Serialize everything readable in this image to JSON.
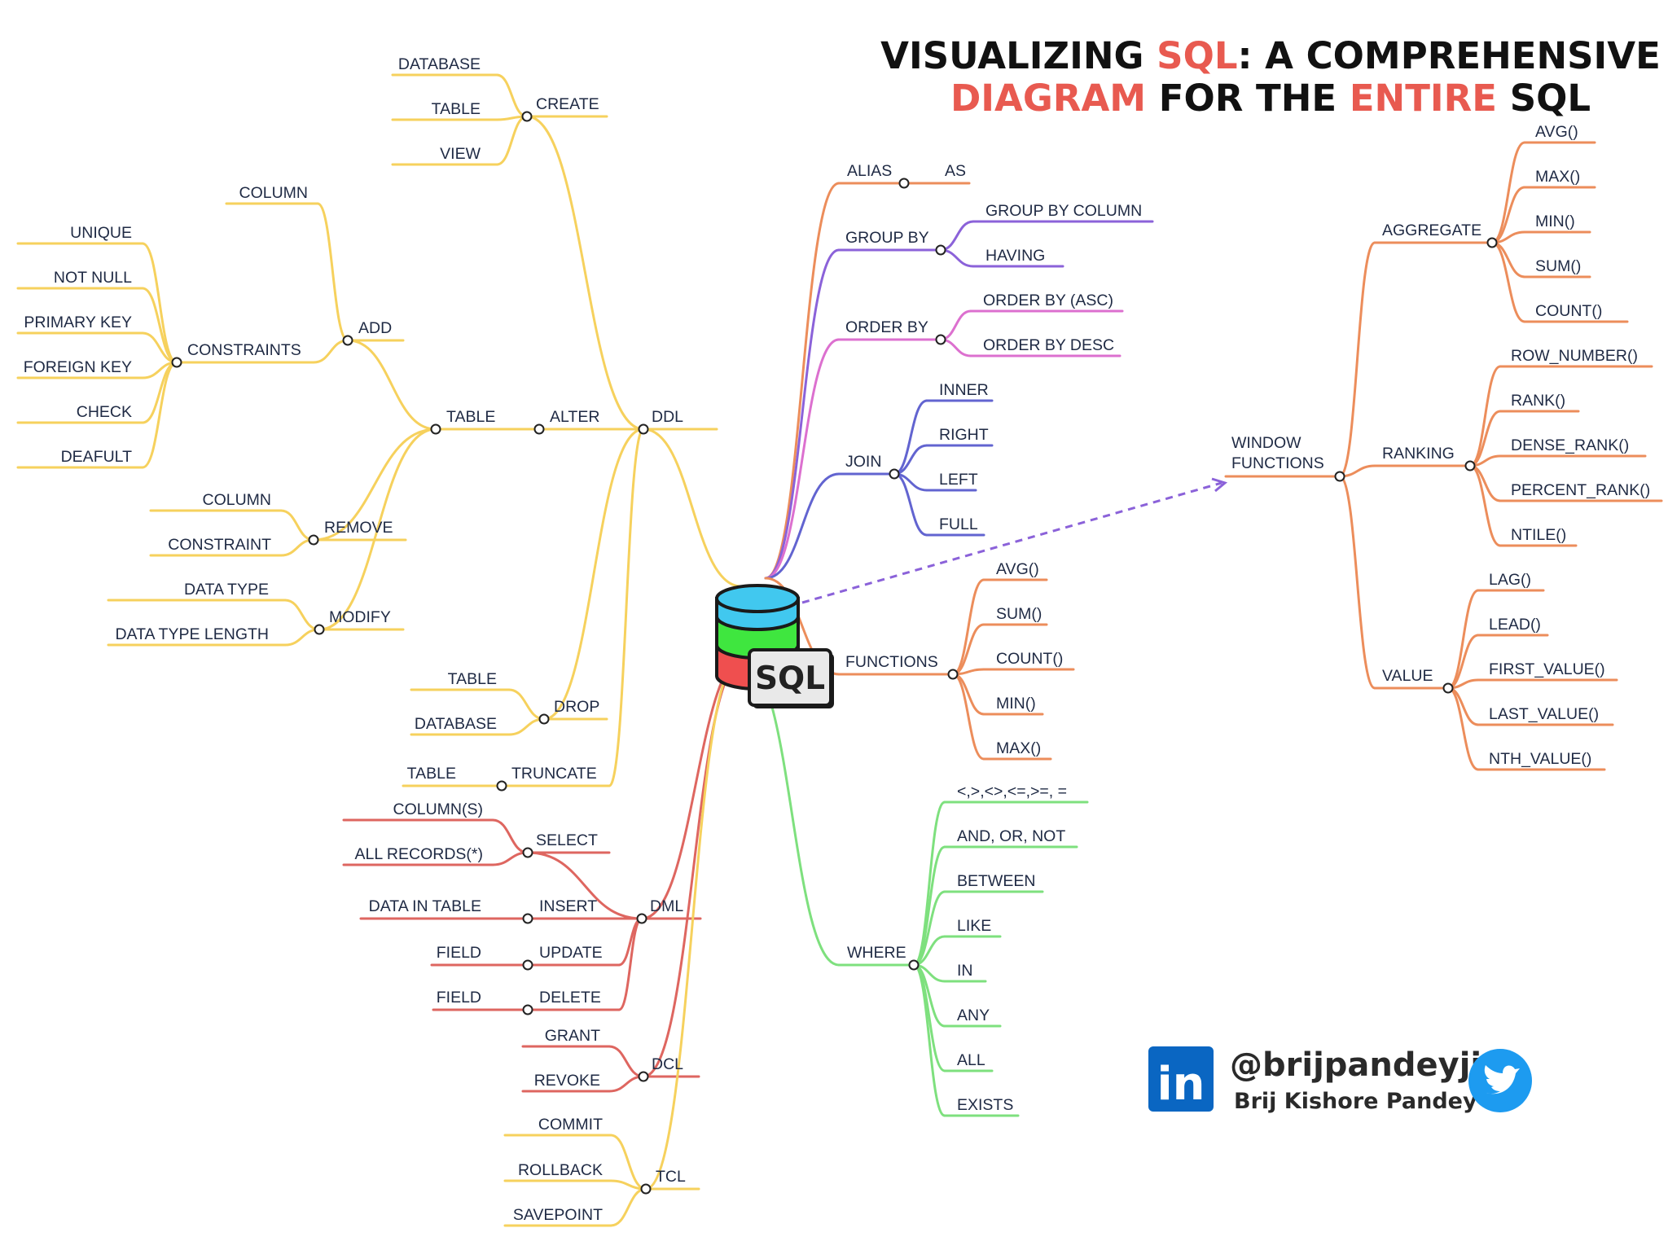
{
  "title": {
    "line1": [
      {
        "text": "VISUALIZING ",
        "accent": false
      },
      {
        "text": "SQL",
        "accent": true
      },
      {
        "text": ": A COMPREHENSIVE",
        "accent": false
      }
    ],
    "line2": [
      {
        "text": "DIAGRAM",
        "accent": true
      },
      {
        "text": " FOR THE ",
        "accent": false
      },
      {
        "text": "ENTIRE",
        "accent": true
      },
      {
        "text": " SQL",
        "accent": false
      }
    ]
  },
  "center": {
    "label": "SQL"
  },
  "colors": {
    "ddl": "#f6d15d",
    "dml": "#de6660",
    "dcl": "#de6660",
    "tcl": "#f6d15d",
    "alias": "#ec8d5b",
    "group_by": "#8b62d9",
    "order_by": "#dc70cf",
    "join": "#6264d0",
    "functions": "#ec8d5b",
    "where": "#7ee07e",
    "window_functions": "#ec8d5b",
    "accent": "#e85a50",
    "db_top": "#41c8ef",
    "db_mid": "#3fe63f",
    "db_bottom": "#ef4f4f",
    "linkedin": "#0a66c2",
    "twitter": "#1d9bf0"
  },
  "branches": {
    "ddl": {
      "label": "DDL",
      "create": {
        "label": "CREATE",
        "items": [
          "DATABASE",
          "TABLE",
          "VIEW"
        ]
      },
      "alter": {
        "label": "ALTER",
        "table": {
          "label": "TABLE",
          "add": {
            "label": "ADD",
            "column": "COLUMN",
            "constraints": {
              "label": "CONSTRAINTS",
              "items": [
                "UNIQUE",
                "NOT NULL",
                "PRIMARY KEY",
                "FOREIGN KEY",
                "CHECK",
                "DEAFULT"
              ]
            }
          },
          "remove": {
            "label": "REMOVE",
            "items": [
              "COLUMN",
              "CONSTRAINT"
            ]
          },
          "modify": {
            "label": "MODIFY",
            "items": [
              "DATA TYPE",
              "DATA TYPE LENGTH"
            ]
          }
        }
      },
      "drop": {
        "label": "DROP",
        "items": [
          "TABLE",
          "DATABASE"
        ]
      },
      "truncate": {
        "label": "TRUNCATE",
        "items": [
          "TABLE"
        ]
      }
    },
    "dml": {
      "label": "DML",
      "select": {
        "label": "SELECT",
        "items": [
          "COLUMN(S)",
          "ALL RECORDS(*)"
        ]
      },
      "insert": {
        "label": "INSERT",
        "items": [
          "DATA IN TABLE"
        ]
      },
      "update": {
        "label": "UPDATE",
        "items": [
          "FIELD"
        ]
      },
      "delete": {
        "label": "DELETE",
        "items": [
          "FIELD"
        ]
      }
    },
    "dcl": {
      "label": "DCL",
      "items": [
        "GRANT",
        "REVOKE"
      ]
    },
    "tcl": {
      "label": "TCL",
      "items": [
        "COMMIT",
        "ROLLBACK",
        "SAVEPOINT"
      ]
    },
    "alias": {
      "label": "ALIAS",
      "items": [
        "AS"
      ]
    },
    "group_by": {
      "label": "GROUP BY",
      "items": [
        "GROUP BY COLUMN",
        "HAVING"
      ]
    },
    "order_by": {
      "label": "ORDER BY",
      "items": [
        "ORDER BY (ASC)",
        "ORDER BY DESC"
      ]
    },
    "join": {
      "label": "JOIN",
      "items": [
        "INNER",
        "RIGHT",
        "LEFT",
        "FULL"
      ]
    },
    "functions": {
      "label": "FUNCTIONS",
      "items": [
        "AVG()",
        "SUM()",
        "COUNT()",
        "MIN()",
        "MAX()"
      ]
    },
    "where": {
      "label": "WHERE",
      "items": [
        "<,>,<>,<=,>=, =",
        "AND, OR, NOT",
        "BETWEEN",
        "LIKE",
        "IN",
        "ANY",
        "ALL",
        "EXISTS"
      ]
    },
    "window_functions": {
      "label_lines": [
        "WINDOW",
        "FUNCTIONS"
      ],
      "aggregate": {
        "label": "AGGREGATE",
        "items": [
          "AVG()",
          "MAX()",
          "MIN()",
          "SUM()",
          "COUNT()"
        ]
      },
      "ranking": {
        "label": "RANKING",
        "items": [
          "ROW_NUMBER()",
          "RANK()",
          "DENSE_RANK()",
          "PERCENT_RANK()",
          "NTILE()"
        ]
      },
      "value": {
        "label": "VALUE",
        "items": [
          "LAG()",
          "LEAD()",
          "FIRST_VALUE()",
          "LAST_VALUE()",
          "NTH_VALUE()"
        ]
      }
    }
  },
  "footer": {
    "linkedin_label": "in",
    "handle": "@brijpandeyji",
    "author": "Brij Kishore Pandey"
  }
}
